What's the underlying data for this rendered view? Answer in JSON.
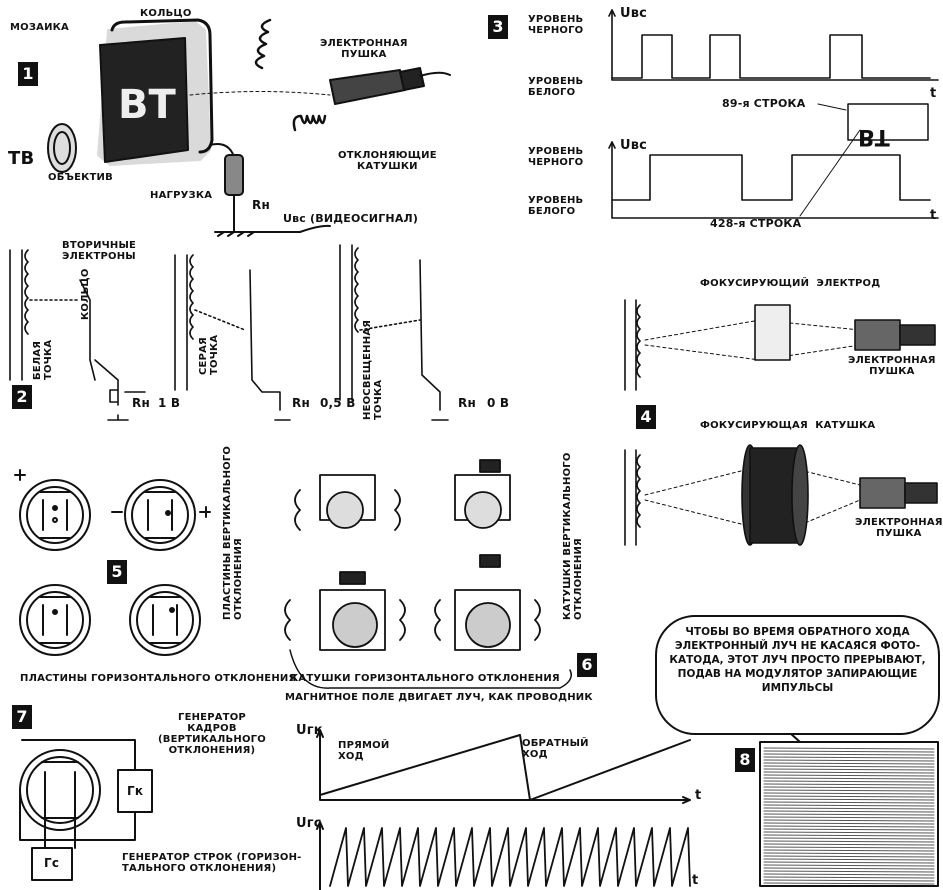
{
  "panels": {
    "p1": {
      "number": "1",
      "mosaic": "МОЗАИКА",
      "ring": "КОЛЬЦО",
      "tv": "ТВ",
      "gun": "ЭЛЕКТРОННАЯ\nПУШКА",
      "lens": "ОБЪЕКТИВ",
      "coils": "ОТКЛОНЯЮЩИЕ\nКАТУШКИ",
      "load": "НАГРУЗКА",
      "rn": "Rн",
      "signal": "Uвс (ВИДЕОСИГНАЛ)"
    },
    "p2": {
      "number": "2",
      "secondary": "ВТОРИЧНЫЕ\nЭЛЕКТРОНЫ",
      "ring": "КОЛЬЦО",
      "white": "БЕЛАЯ\nТОЧКА",
      "gray": "СЕРАЯ\nТОЧКА",
      "dark": "НЕОСВЕЩЕННАЯ\nТОЧКА",
      "rn": "Rн",
      "v1": "1 В",
      "v2": "0,5 В",
      "v3": "0 В"
    },
    "p3": {
      "number": "3",
      "black": "УРОВЕНЬ\nЧЕРНОГО",
      "white": "УРОВЕНЬ\nБЕЛОГО",
      "uvc": "Uвс",
      "t": "t",
      "line89": "89-я СТРОКА",
      "line428": "428-я СТРОКА",
      "frame": "ТВ"
    },
    "p4": {
      "number": "4",
      "electrode": "ФОКУСИРУЮЩИЙ  ЭЛЕКТРОД",
      "coil": "ФОКУСИРУЮЩАЯ  КАТУШКА",
      "gun": "ЭЛЕКТРОННАЯ\nПУШКА"
    },
    "p5": {
      "number": "5",
      "vert": "ПЛАСТИНЫ ВЕРТИКАЛЬНОГО\nОТКЛОНЕНИЯ",
      "horiz": "ПЛАСТИНЫ ГОРИЗОНТАЛЬНОГО ОТКЛОНЕНИЯ"
    },
    "p6": {
      "number": "6",
      "vert": "КАТУШКИ ВЕРТИКАЛЬНОГО\nОТКЛОНЕНИЯ",
      "horiz": "КАТУШКИ  ГОРИЗОНТАЛЬНОГО  ОТКЛОНЕНИЯ",
      "field": "МАГНИТНОЕ ПОЛЕ ДВИГАЕТ ЛУЧ, КАК ПРОВОДНИК"
    },
    "p7": {
      "number": "7",
      "frame_gen": "ГЕНЕРАТОР\nКАДРОВ\n(ВЕРТИКАЛЬНОГО\nОТКЛОНЕНИЯ)",
      "line_gen": "ГЕНЕРАТОР СТРОК (ГОРИЗОН-\nТАЛЬНОГО ОТКЛОНЕНИЯ)",
      "gk": "Гк",
      "gc": "Гс",
      "ugk": "Uгк",
      "ugc": "Uгс",
      "forward": "ПРЯМОЙ\nХОД",
      "back": "ОБРАТНЫЙ\nХОД",
      "t": "t"
    },
    "p8": {
      "number": "8",
      "note": "ЧТОБЫ ВО ВРЕМЯ ОБРАТНОГО ХОДА\nЭЛЕКТРОННЫЙ ЛУЧ НЕ КАСАЯСЯ ФОТО-\nКАТОДА, ЭТОТ ЛУЧ ПРОСТО ПРЕРЫВАЮТ,\nПОДАВ НА МОДУЛЯТОР ЗАПИРАЮЩИЕ\nИМПУЛЬСЫ"
    }
  }
}
